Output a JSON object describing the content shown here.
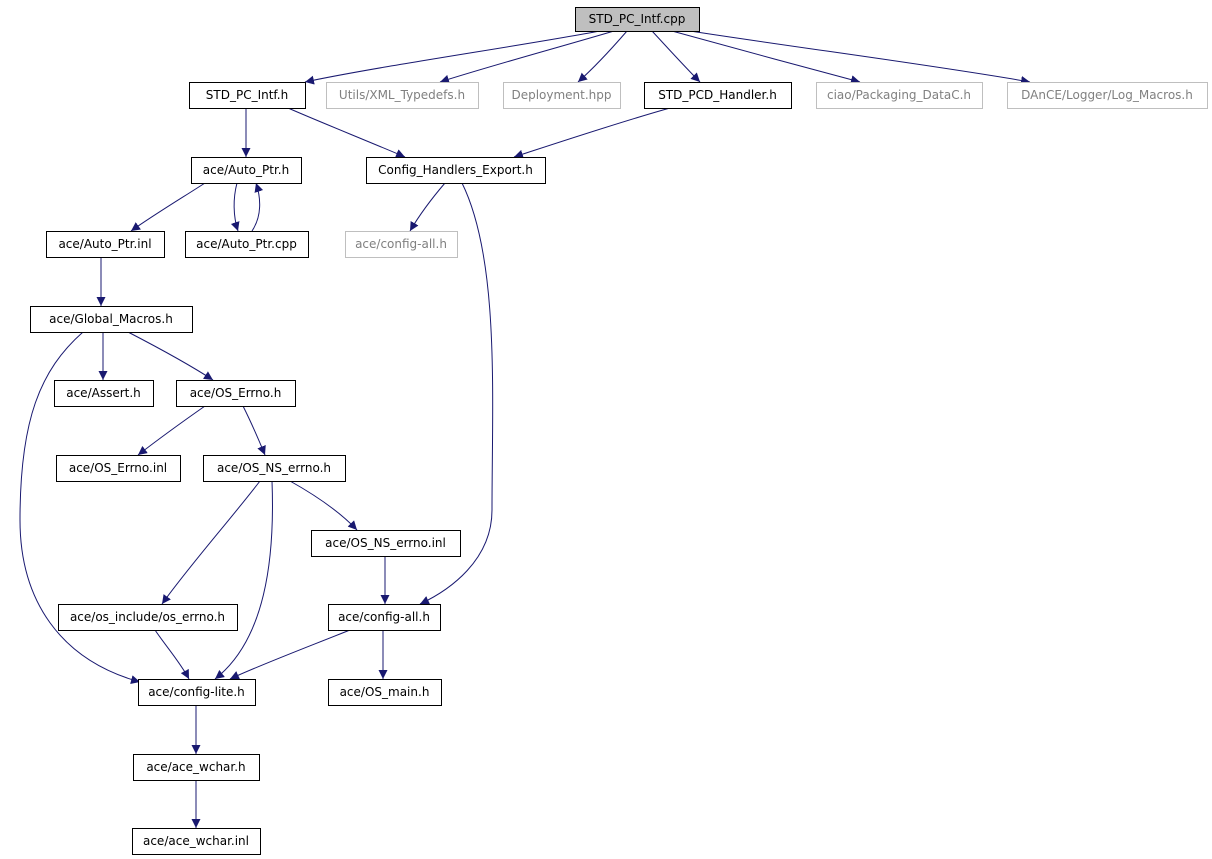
{
  "diagram": {
    "kind": "include-dependency-graph",
    "colors": {
      "background": "#ffffff",
      "edge": "#191970",
      "node_border": "#000000",
      "external_node_border": "#bfbfbf",
      "external_node_text": "#808080",
      "root_fill": "#bfbfbf",
      "text": "#000000"
    },
    "nodes": [
      {
        "id": "n0",
        "label": "STD_PC_Intf.cpp",
        "style": "root"
      },
      {
        "id": "n1",
        "label": "STD_PC_Intf.h",
        "style": "normal"
      },
      {
        "id": "n2",
        "label": "Utils/XML_Typedefs.h",
        "style": "external"
      },
      {
        "id": "n3",
        "label": "Deployment.hpp",
        "style": "external"
      },
      {
        "id": "n4",
        "label": "STD_PCD_Handler.h",
        "style": "normal"
      },
      {
        "id": "n5",
        "label": "ciao/Packaging_DataC.h",
        "style": "external"
      },
      {
        "id": "n6",
        "label": "DAnCE/Logger/Log_Macros.h",
        "style": "external"
      },
      {
        "id": "n7",
        "label": "ace/Auto_Ptr.h",
        "style": "normal"
      },
      {
        "id": "n8",
        "label": "Config_Handlers_Export.h",
        "style": "normal"
      },
      {
        "id": "n9",
        "label": "ace/Auto_Ptr.inl",
        "style": "normal"
      },
      {
        "id": "n10",
        "label": "ace/Auto_Ptr.cpp",
        "style": "normal"
      },
      {
        "id": "n11",
        "label": "ace/config-all.h",
        "style": "external"
      },
      {
        "id": "n12",
        "label": "ace/Global_Macros.h",
        "style": "normal"
      },
      {
        "id": "n13",
        "label": "ace/Assert.h",
        "style": "normal"
      },
      {
        "id": "n14",
        "label": "ace/OS_Errno.h",
        "style": "normal"
      },
      {
        "id": "n15",
        "label": "ace/OS_Errno.inl",
        "style": "normal"
      },
      {
        "id": "n16",
        "label": "ace/OS_NS_errno.h",
        "style": "normal"
      },
      {
        "id": "n17",
        "label": "ace/OS_NS_errno.inl",
        "style": "normal"
      },
      {
        "id": "n18",
        "label": "ace/os_include/os_errno.h",
        "style": "normal"
      },
      {
        "id": "n19",
        "label": "ace/config-all.h",
        "style": "normal"
      },
      {
        "id": "n20",
        "label": "ace/config-lite.h",
        "style": "normal"
      },
      {
        "id": "n21",
        "label": "ace/OS_main.h",
        "style": "normal"
      },
      {
        "id": "n22",
        "label": "ace/ace_wchar.h",
        "style": "normal"
      },
      {
        "id": "n23",
        "label": "ace/ace_wchar.inl",
        "style": "normal"
      }
    ],
    "edges": [
      {
        "from": "n0",
        "to": "n1"
      },
      {
        "from": "n0",
        "to": "n2"
      },
      {
        "from": "n0",
        "to": "n3"
      },
      {
        "from": "n0",
        "to": "n4"
      },
      {
        "from": "n0",
        "to": "n5"
      },
      {
        "from": "n0",
        "to": "n6"
      },
      {
        "from": "n1",
        "to": "n7"
      },
      {
        "from": "n1",
        "to": "n8"
      },
      {
        "from": "n4",
        "to": "n8"
      },
      {
        "from": "n7",
        "to": "n9"
      },
      {
        "from": "n7",
        "to": "n10"
      },
      {
        "from": "n10",
        "to": "n7"
      },
      {
        "from": "n8",
        "to": "n11"
      },
      {
        "from": "n8",
        "to": "n19"
      },
      {
        "from": "n9",
        "to": "n12"
      },
      {
        "from": "n12",
        "to": "n13"
      },
      {
        "from": "n12",
        "to": "n14"
      },
      {
        "from": "n12",
        "to": "n20"
      },
      {
        "from": "n14",
        "to": "n15"
      },
      {
        "from": "n14",
        "to": "n16"
      },
      {
        "from": "n16",
        "to": "n17"
      },
      {
        "from": "n16",
        "to": "n18"
      },
      {
        "from": "n16",
        "to": "n20"
      },
      {
        "from": "n17",
        "to": "n19"
      },
      {
        "from": "n18",
        "to": "n20"
      },
      {
        "from": "n19",
        "to": "n20"
      },
      {
        "from": "n19",
        "to": "n21"
      },
      {
        "from": "n20",
        "to": "n22"
      },
      {
        "from": "n22",
        "to": "n23"
      }
    ]
  }
}
